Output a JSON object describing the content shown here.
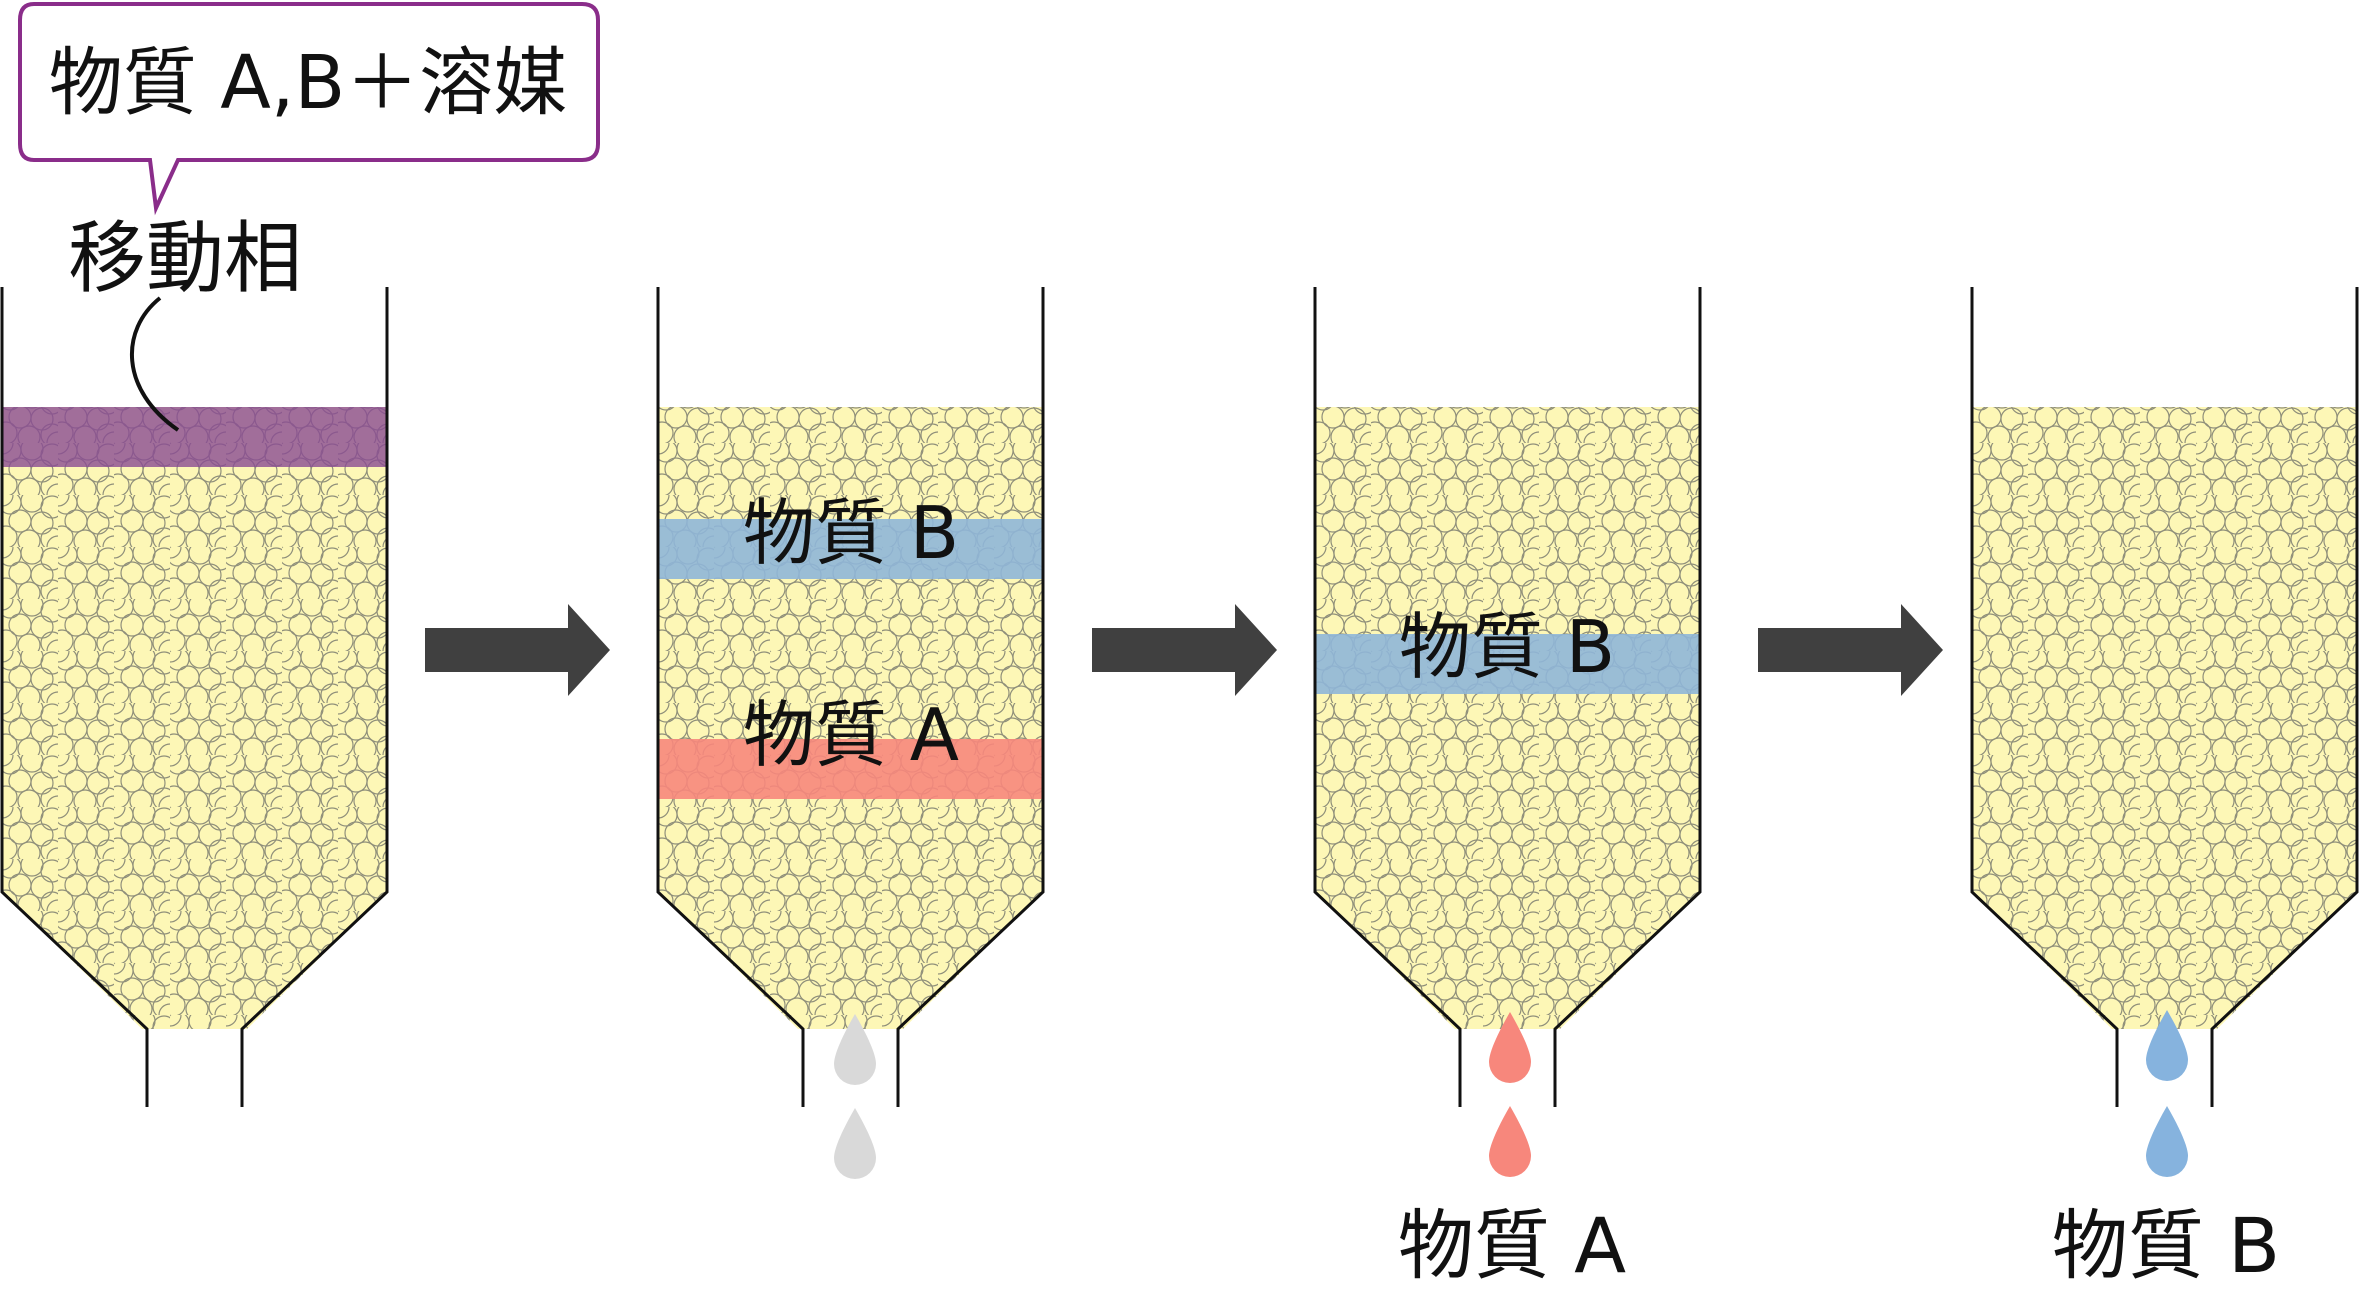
{
  "callout": {
    "text": "物質 A,B＋溶媒"
  },
  "mobile_phase_label": "移動相",
  "stage_labels": {
    "substance_b": "物質 B",
    "substance_a": "物質 A"
  },
  "eluate_labels": {
    "stage3": "物質 A",
    "stage4": "物質 B"
  },
  "colors": {
    "packing": "#fdf7b6",
    "bead_outline": "#8f8f7a",
    "mobile_phase_band": "#8a4b94",
    "band_b": "#8fb6d8",
    "band_a": "#f7877c",
    "drop_solvent": "#d9d9d9",
    "drop_a": "#f7877c",
    "drop_b": "#86b3de",
    "arrow": "#404040",
    "callout_border": "#8a2d8a"
  }
}
